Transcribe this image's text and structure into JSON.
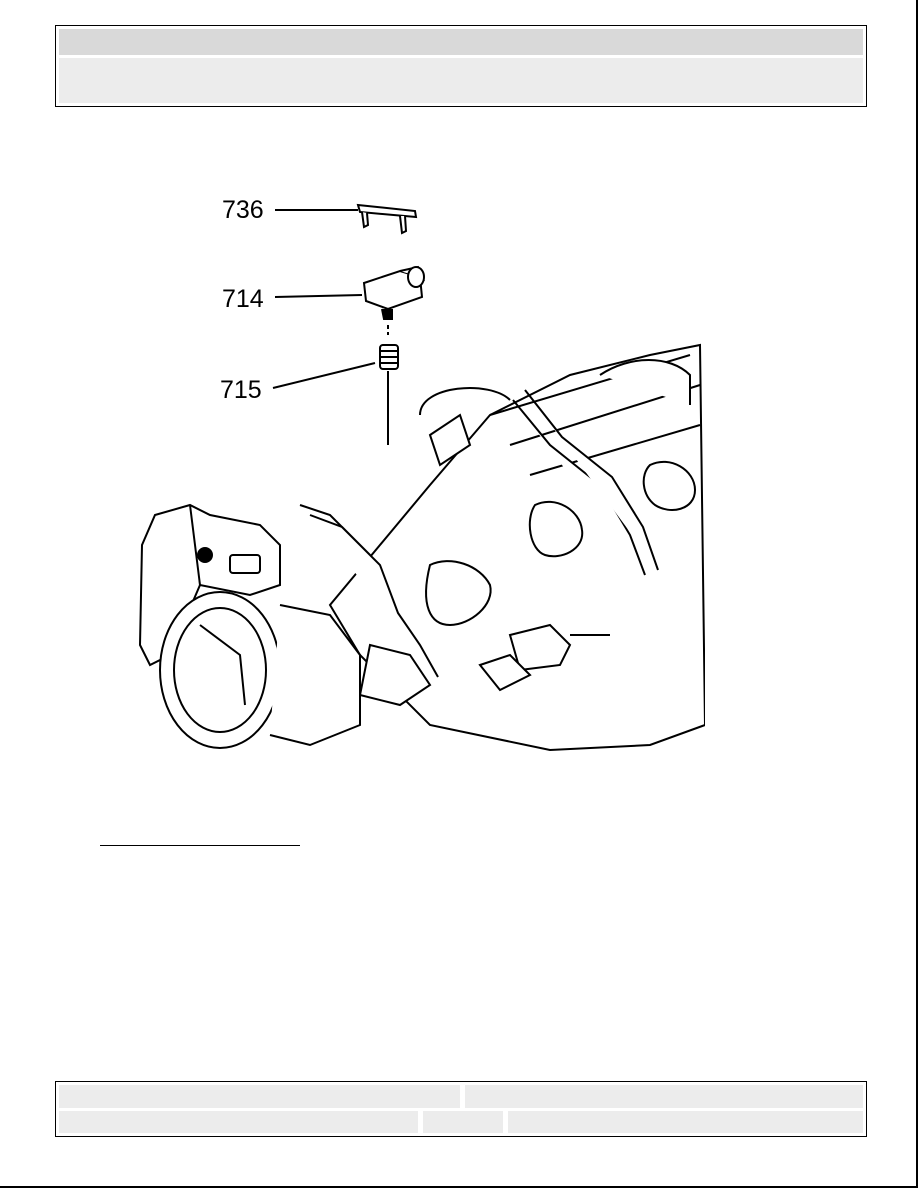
{
  "header": {
    "title": "",
    "subtitle": ""
  },
  "figure": {
    "callouts": [
      {
        "label": "736",
        "part": "clip"
      },
      {
        "label": "714",
        "part": "sensor"
      },
      {
        "label": "715",
        "part": "seal"
      }
    ]
  },
  "link": {
    "text": ""
  },
  "footer": {
    "cell_1": "",
    "cell_2": "",
    "cell_3": "",
    "cell_4": "",
    "cell_5": ""
  }
}
